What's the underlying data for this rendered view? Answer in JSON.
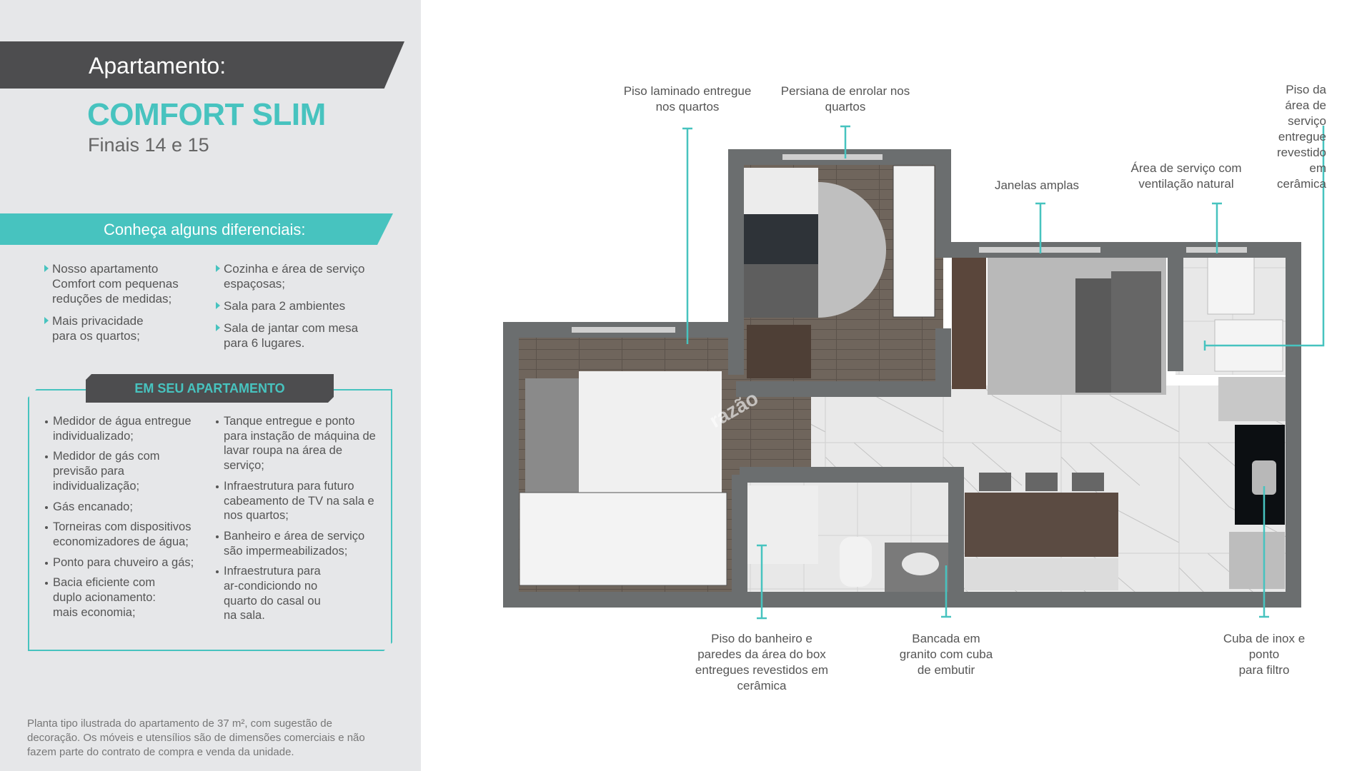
{
  "header": {
    "apartment_label": "Apartamento:",
    "model": "COMFORT SLIM",
    "finals": "Finais 14 e 15"
  },
  "differentials": {
    "title": "Conheça alguns diferenciais:",
    "col1": [
      "Nosso apartamento Comfort com pequenas reduções de medidas;",
      "Mais privacidade para os quartos;"
    ],
    "col2": [
      "Cozinha e área de serviço espaçosas;",
      "Sala para 2 ambientes",
      "Sala de jantar com mesa para 6 lugares."
    ]
  },
  "features": {
    "title": "EM SEU APARTAMENTO",
    "col1": [
      "Medidor de água entregue individualizado;",
      "Medidor de gás com previsão para individualização;",
      "Gás encanado;",
      "Torneiras com dispositivos economizadores de água;",
      "Ponto para chuveiro a gás;",
      "Bacia eficiente com duplo acionamento: mais economia;"
    ],
    "col2": [
      "Tanque entregue e ponto para instação de máquina de lavar roupa na área de serviço;",
      "Infraestrutura para futuro cabeamento de TV na sala e nos quartos;",
      "Banheiro e área de serviço são impermeabilizados;",
      "Infraestrutura para ar-condiciondo no quarto do casal ou na sala."
    ]
  },
  "footnote": "Planta tipo ilustrada do apartamento de 37 m², com sugestão de decoração. Os móveis e utensílios são de dimensões comerciais e não fazem parte do contrato de compra e venda da unidade.",
  "callouts": {
    "laminate": "Piso laminado entregue\nnos quartos",
    "blinds": "Persiana de enrolar nos\nquartos",
    "windows": "Janelas amplas",
    "service_vent": "Área de serviço com\nventilação natural",
    "service_floor": "Piso da área de serviço entregue\nrevestido em cerâmica",
    "bath_floor": "Piso do banheiro e\nparedes da área do box\nentregues revestidos em\ncerâmica",
    "granite": "Bancada em\ngranito com cuba\nde embutir",
    "sink": "Cuba de inox e ponto\npara filtro"
  },
  "watermark": "razão",
  "colors": {
    "teal": "#47c3bf",
    "dark": "#4d4d4f",
    "panel": "#e6e7e9",
    "wall": "#6b6e6f"
  }
}
